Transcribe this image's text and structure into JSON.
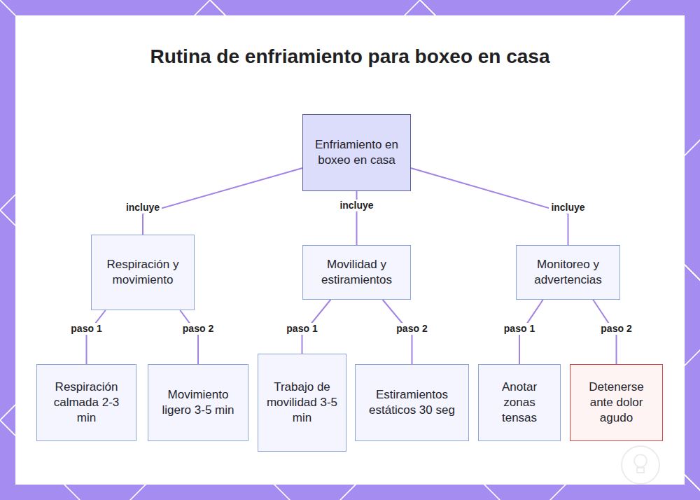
{
  "diagram": {
    "title": "Rutina de enfriamiento para boxeo en casa",
    "nodes": [
      {
        "text": [
          "Enfriamiento en boxeo en casa"
        ]
      },
      {
        "text": [
          "Respiración y movimiento"
        ]
      },
      {
        "text": [
          "Movilidad y estiramientos"
        ]
      },
      {
        "text": [
          "Monitoreo y advertencias"
        ]
      },
      {
        "text": [
          "Respiración calmada 2-3 min"
        ]
      },
      {
        "text": [
          "Movimiento ligero 3-5 min"
        ]
      },
      {
        "text": [
          "Trabajo de movilidad 3-5 min"
        ]
      },
      {
        "text": [
          "Estiramientos estáticos 30 seg"
        ]
      },
      {
        "text": [
          "Anotar zonas tensas"
        ]
      },
      {
        "text": [
          "Detenerse ante dolor agudo"
        ]
      }
    ],
    "edges": [
      {
        "from": 0,
        "to": 1,
        "label": "incluye",
        "arrow": "none"
      },
      {
        "from": 0,
        "to": 2,
        "label": "incluye",
        "arrow": "none"
      },
      {
        "from": 0,
        "to": 3,
        "label": "incluye",
        "arrow": "none"
      },
      {
        "from": 1,
        "to": 4,
        "label": "paso 1",
        "arrow": "none"
      },
      {
        "from": 1,
        "to": 5,
        "label": "paso 2",
        "arrow": "none"
      },
      {
        "from": 2,
        "to": 6,
        "label": "paso 1",
        "arrow": "none"
      },
      {
        "from": 2,
        "to": 7,
        "label": "paso 2",
        "arrow": "none"
      },
      {
        "from": 3,
        "to": 8,
        "label": "paso 1",
        "arrow": "none"
      },
      {
        "from": 3,
        "to": 9,
        "label": "paso 2",
        "arrow": "none"
      }
    ]
  }
}
